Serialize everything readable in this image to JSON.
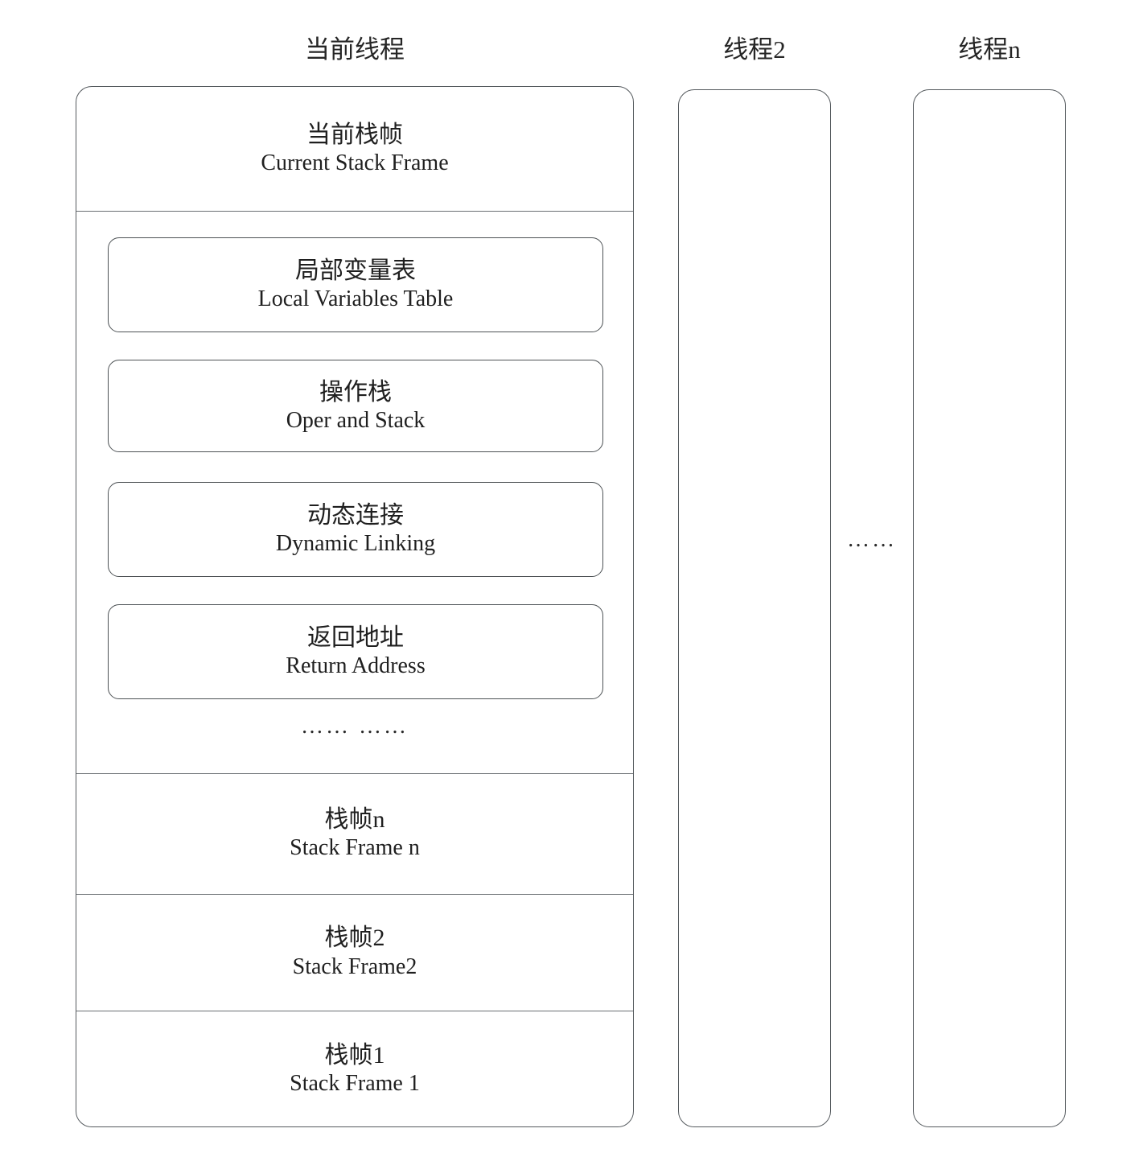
{
  "diagram": {
    "title_current_thread": "当前线程",
    "title_thread_2": "线程2",
    "title_thread_n": "线程n",
    "gap_ellipsis": "……",
    "detail_ellipsis": "…… ……",
    "current_frame": {
      "cn": "当前栈帧",
      "en": "Current Stack Frame"
    },
    "details": [
      {
        "cn": "局部变量表",
        "en": "Local Variables Table"
      },
      {
        "cn": "操作栈",
        "en": "Oper and Stack"
      },
      {
        "cn": "动态连接",
        "en": "Dynamic Linking"
      },
      {
        "cn": "返回地址",
        "en": "Return Address"
      }
    ],
    "frames": [
      {
        "cn": "栈帧n",
        "en": "Stack Frame n"
      },
      {
        "cn": "栈帧2",
        "en": "Stack Frame2"
      },
      {
        "cn": "栈帧1",
        "en": "Stack Frame 1"
      }
    ],
    "colors": {
      "background": "#ffffff",
      "outline": "#555a5e",
      "inner_outline": "#4d5255",
      "text": "#1f1f1f"
    }
  }
}
